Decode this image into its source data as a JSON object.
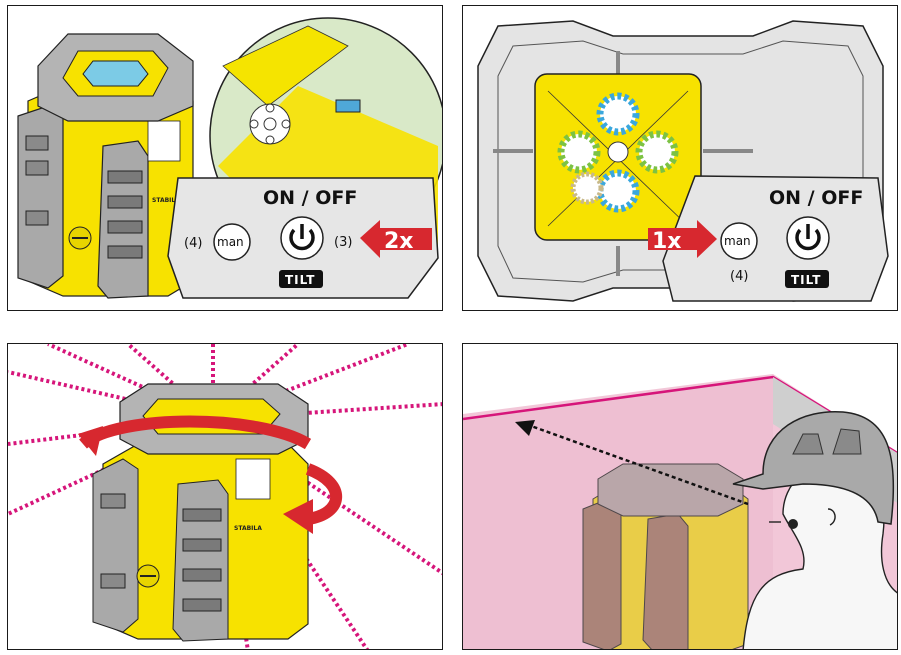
{
  "panel1": {
    "on_off": "ON / OFF",
    "man": "man",
    "man_ref": "(4)",
    "power_ref": "(3)",
    "tilt": "TILT",
    "press_count": "2x",
    "brand": "STABILA"
  },
  "panel2": {
    "on_off": "ON / OFF",
    "man": "man",
    "man_ref": "(4)",
    "tilt": "TILT",
    "press_count": "1x"
  },
  "panel3": {
    "brand": "STABILA"
  },
  "panel4": {},
  "colors": {
    "yellow": "#f7e200",
    "gray": "#a9a9a9",
    "dark_gray": "#6e6e6e",
    "red": "#d7282f",
    "magenta": "#d6157a",
    "pink_wall": "#f2c7d8",
    "led_blue": "#3aa7dd",
    "led_green": "#7cc243"
  }
}
